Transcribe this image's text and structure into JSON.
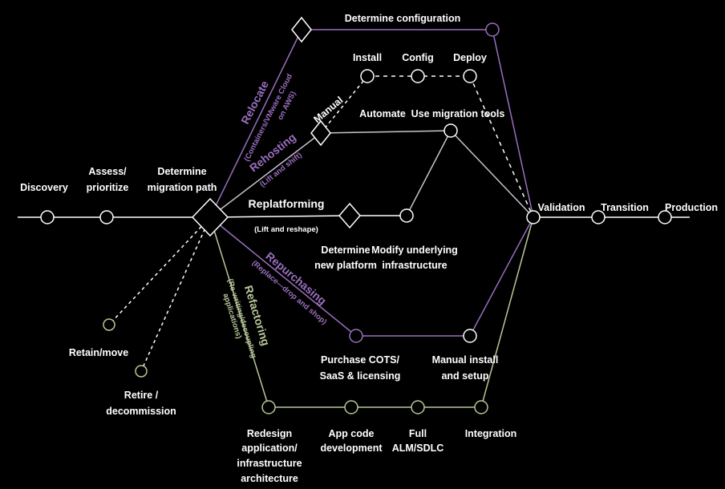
{
  "colors": {
    "white": "#ffffff",
    "purple": "#9a6fbf",
    "green": "#b7c79a",
    "bg": "#000000"
  },
  "labels": {
    "discovery": "Discovery",
    "assess_1": "Assess/",
    "assess_2": "prioritize",
    "determine_path_1": "Determine",
    "determine_path_2": "migration path",
    "retain": "Retain/move",
    "retire_1": "Retire /",
    "retire_2": "decommission",
    "determine_config": "Determine configuration",
    "install": "Install",
    "config": "Config",
    "deploy": "Deploy",
    "manual": "Manual",
    "automate": "Automate",
    "use_tools": "Use migration tools",
    "replatforming": "Replatforming",
    "lift_reshape": "(Lift and reshape)",
    "determine_platform_1": "Determine",
    "determine_platform_2": "new platform",
    "modify_infra_1": "Modify underlying",
    "modify_infra_2": "infrastructure",
    "purchase_1": "Purchase COTS/",
    "purchase_2": "SaaS & licensing",
    "manual_install_1": "Manual install",
    "manual_install_2": "and setup",
    "redesign_1": "Redesign",
    "redesign_2": "application/",
    "redesign_3": "infrastructure",
    "redesign_4": "architecture",
    "app_code_1": "App code",
    "app_code_2": "development",
    "full_alm_1": "Full",
    "full_alm_2": "ALM/SDLC",
    "integration": "Integration",
    "validation": "Validation",
    "transition": "Transition",
    "production": "Production"
  },
  "paths": {
    "relocate": "Relocate",
    "relocate_sub_1": "(Containers/VMware Cloud",
    "relocate_sub_2": "on AWS)",
    "rehosting": "Rehosting",
    "rehosting_sub": "(Lift and shift)",
    "repurchasing": "Repurchasing",
    "repurchasing_sub": "(Replace—drop and shop)",
    "refactoring": "Refactoring",
    "refactoring_sub_1": "(Re-writing/decoupling",
    "refactoring_sub_2": "applications)"
  }
}
